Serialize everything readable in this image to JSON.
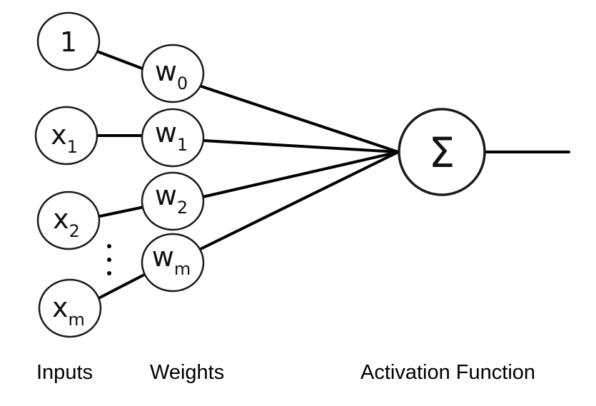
{
  "inputs": [
    {
      "main": "1",
      "sub": ""
    },
    {
      "main": "x",
      "sub": "1"
    },
    {
      "main": "x",
      "sub": "2"
    },
    {
      "main": "x",
      "sub": "m"
    }
  ],
  "weights": [
    {
      "main": "w",
      "sub": "0"
    },
    {
      "main": "w",
      "sub": "1"
    },
    {
      "main": "w",
      "sub": "2"
    },
    {
      "main": "w",
      "sub": "m"
    }
  ],
  "ellipsis": "⋮",
  "sum_symbol": "Σ",
  "captions": {
    "inputs": "Inputs",
    "weights": "Weights",
    "activation": "Activation Function"
  }
}
